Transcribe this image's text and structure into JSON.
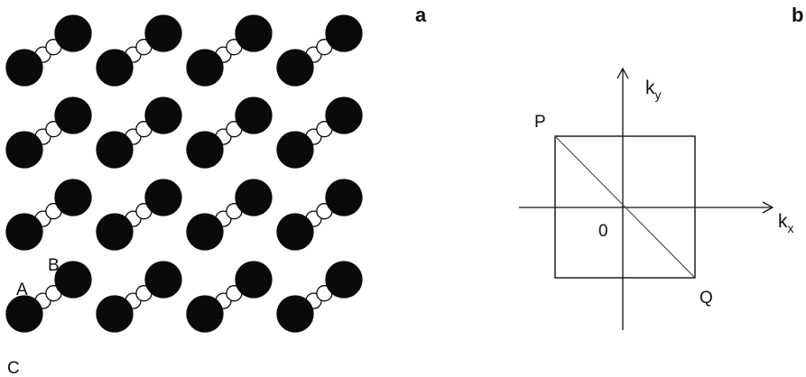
{
  "panels": {
    "a": "a",
    "b": "b"
  },
  "lattice": {
    "rows": 4,
    "cols": 4,
    "site_labels": {
      "A": "A",
      "B": "B",
      "C": "C"
    },
    "big_atom_color": "#0a0a0a",
    "small_atom_color": "#ffffff"
  },
  "brillouin": {
    "x_axis_letter": "k",
    "x_axis_sub": "x",
    "y_axis_letter": "k",
    "y_axis_sub": "y",
    "origin": "0",
    "corner_p": "P",
    "corner_q": "Q"
  }
}
